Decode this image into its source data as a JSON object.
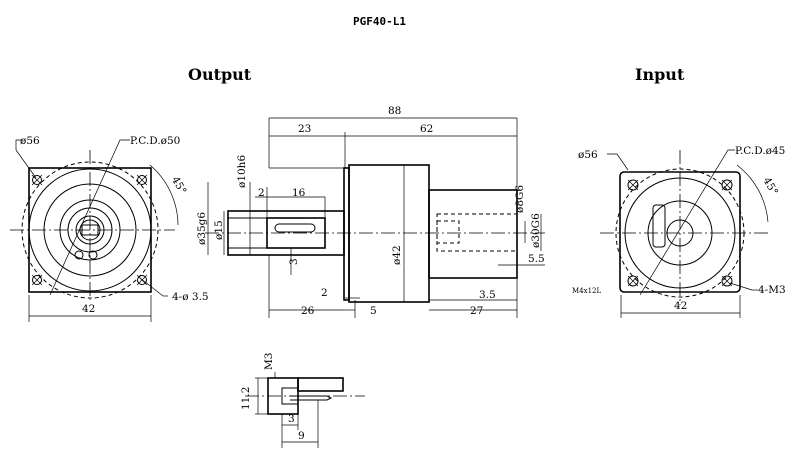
{
  "title": "PGF40-L1",
  "views": {
    "output_label": "Output",
    "input_label": "Input"
  },
  "output_view": {
    "flange_dia": "ø56",
    "pcd": "P.C.D.ø50",
    "angle": "45°",
    "holes": "4-ø 3.5",
    "width": "42"
  },
  "side_view": {
    "overall_length": "88",
    "front_length": "23",
    "body_length": "62",
    "shaft_dia": "ø10h6",
    "spigot_dia": "ø35g6",
    "shaft_base_dia": "ø15",
    "body_dia": "ø42",
    "input_bore": "ø8G6",
    "input_spigot": "ø30G6",
    "key_offset": "2",
    "key_length": "16",
    "key_height": "3",
    "flange_step": "2",
    "shaft_length": "26",
    "flange_thick": "5",
    "input_depth": "5.5",
    "input_step": "3.5",
    "rear_length": "27"
  },
  "input_view": {
    "flange_dia": "ø56",
    "pcd": "P.C.D.ø45",
    "angle": "45°",
    "tap": "M4x12L",
    "holes": "4-M3",
    "width": "42"
  },
  "detail_view": {
    "thread": "M3",
    "height": "11.2",
    "depth_small": "3",
    "depth": "9"
  }
}
